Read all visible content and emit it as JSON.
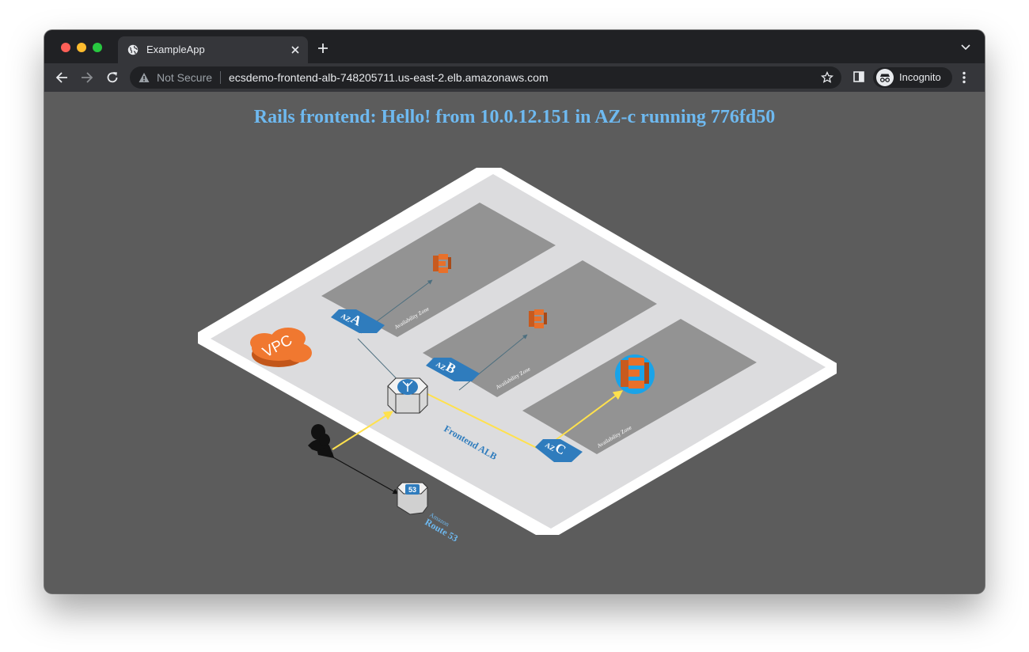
{
  "browser": {
    "tab_title": "ExampleApp",
    "security_label": "Not Secure",
    "url": "ecsdemo-frontend-alb-748205711.us-east-2.elb.amazonaws.com",
    "profile_label": "Incognito"
  },
  "page": {
    "headline": "Rails frontend: Hello! from 10.0.12.151 in AZ-c running 776fd50"
  },
  "diagram": {
    "vpc_label": "VPC",
    "az_tag_prefix": "AZ",
    "zones": [
      {
        "letter": "A",
        "caption": "Availability Zone"
      },
      {
        "letter": "B",
        "caption": "Availability Zone"
      },
      {
        "letter": "C",
        "caption": "Availability Zone"
      }
    ],
    "alb_label": "Frontend ALB",
    "route53_title": "Amazon",
    "route53_label": "Route 53",
    "route53_badge": "53",
    "colors": {
      "active_path": "#ffe14d",
      "inactive_path": "#4d6f7f",
      "az_tag": "#2f7cbd",
      "vpc_cloud": "#f07830",
      "ecs_orange": "#e8702a"
    }
  }
}
